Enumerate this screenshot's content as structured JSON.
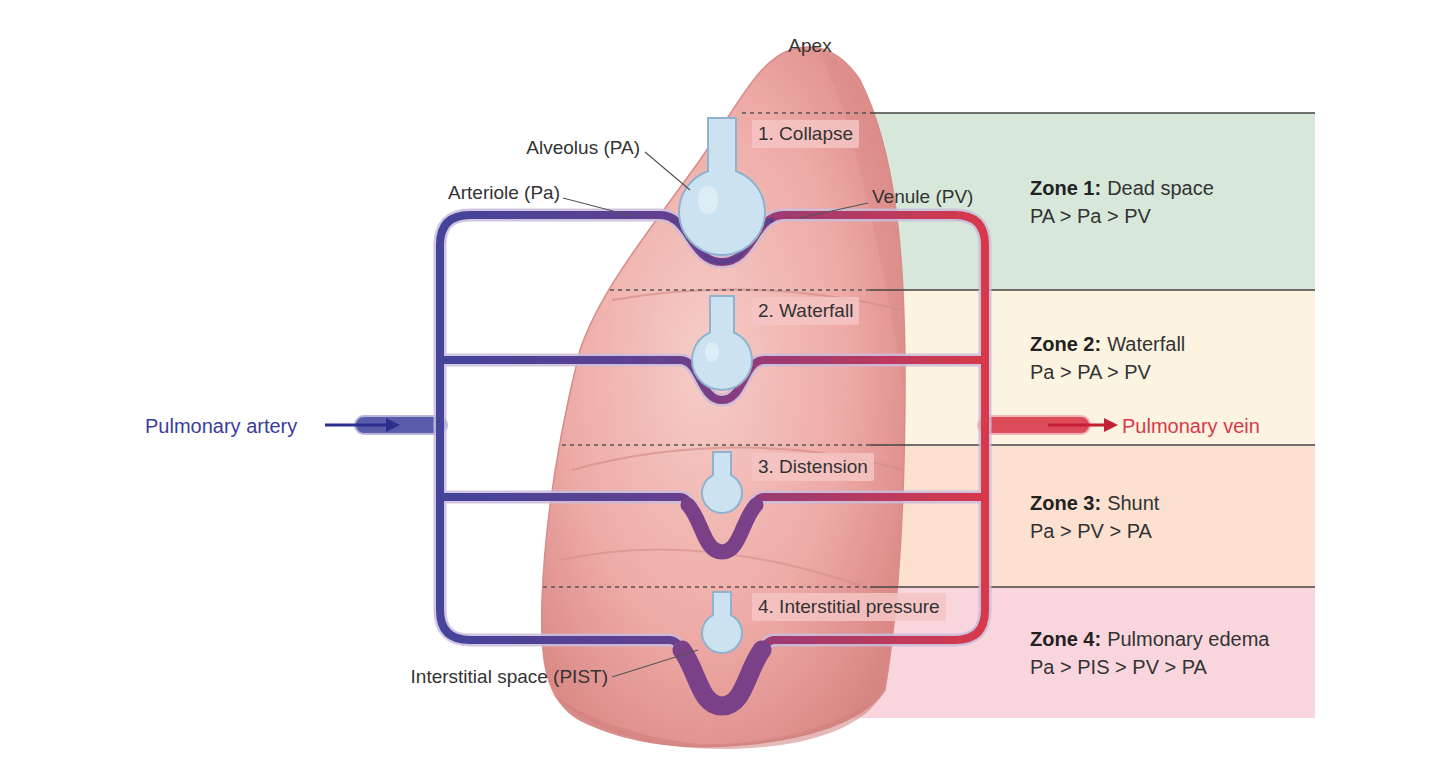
{
  "diagram": {
    "nodes": [
      {
        "text": [
          "1. Collapse"
        ]
      },
      {
        "text": [
          "Zone 1:",
          "Dead space",
          "PA > Pa > PV"
        ]
      },
      {
        "text": [
          "2. Waterfall"
        ]
      },
      {
        "text": [
          "Zone 2:",
          "Waterfall",
          "Pa > PA > PV"
        ]
      },
      {
        "text": [
          "3. Distension"
        ]
      },
      {
        "text": [
          "Zone 3:",
          "Shunt",
          "Pa > PV > PA"
        ]
      },
      {
        "text": [
          "4. Interstitial pressure"
        ]
      },
      {
        "text": [
          "Zone 4:",
          "Pulmonary edema",
          "Pa > PIS > PV > PA"
        ]
      }
    ],
    "labels": [
      "Apex",
      "Alveolus (PA)",
      "Arteriole (Pa)",
      "Venule (PV)",
      "Interstitial space (PIST)",
      "Pulmonary artery",
      "Pulmonary vein"
    ]
  }
}
